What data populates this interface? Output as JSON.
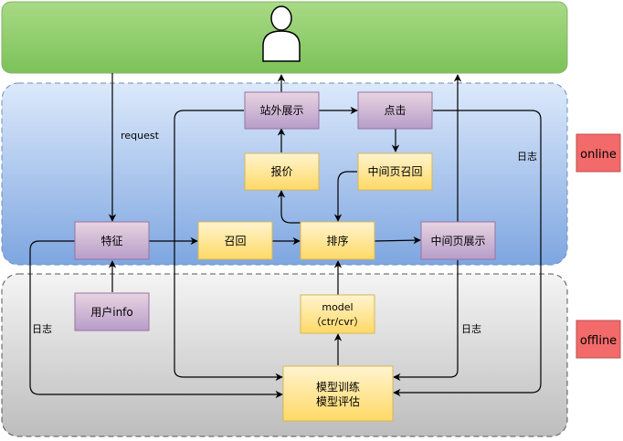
{
  "regions": {
    "user": {
      "fill_top": "#9ed47a",
      "fill_bottom": "#7dc15a",
      "stroke": "#86b36a"
    },
    "online": {
      "fill_top": "#dbe8fb",
      "fill_bottom": "#7ea6e0",
      "stroke": "#6c8ebf"
    },
    "offline": {
      "fill_top": "#f2f2f2",
      "fill_bottom": "#c0c0c0",
      "stroke": "#666666"
    }
  },
  "tags": {
    "online": {
      "label": "online",
      "color": "#f26a6a"
    },
    "offline": {
      "label": "offline",
      "color": "#f26a6a"
    }
  },
  "nodes": {
    "feature": {
      "label": "特征",
      "style": "purple"
    },
    "user_info": {
      "label": "用户info",
      "style": "purple"
    },
    "recall": {
      "label": "召回",
      "style": "yellow"
    },
    "rank": {
      "label": "排序",
      "style": "yellow"
    },
    "mid_show": {
      "label": "中间页展示",
      "style": "purple"
    },
    "site_show": {
      "label": "站外展示",
      "style": "purple"
    },
    "click": {
      "label": "点击",
      "style": "purple"
    },
    "quote": {
      "label": "报价",
      "style": "yellow"
    },
    "mid_recall": {
      "label": "中间页召回",
      "style": "yellow"
    },
    "model": {
      "label_line1": "model",
      "label_line2": "（ctr/cvr）",
      "style": "yellow"
    },
    "train": {
      "label_line1": "模型训练",
      "label_line2": "模型评估",
      "style": "yellow"
    }
  },
  "edge_labels": {
    "request": "request",
    "log_right_top": "日志",
    "log_left": "日志",
    "log_right_bottom": "日志"
  },
  "colors": {
    "purple_fill_top": "#e6d0de",
    "purple_fill_bottom": "#b89cc8",
    "purple_stroke": "#9673a6",
    "yellow_fill_top": "#fff2cc",
    "yellow_fill_bottom": "#ffd966",
    "yellow_stroke": "#d6b656",
    "edge": "#000000"
  }
}
